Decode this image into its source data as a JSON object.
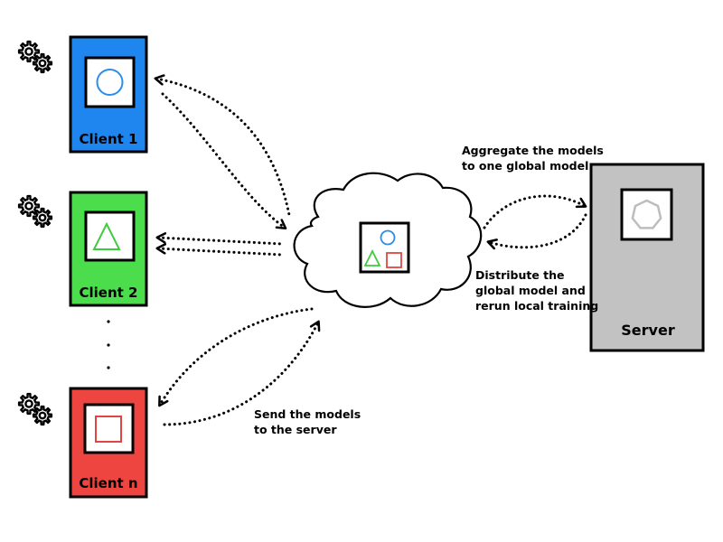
{
  "colors": {
    "client1": "#1f86f0",
    "client2": "#4bdd4b",
    "clientn": "#ef4540",
    "server": "#c2c2c2",
    "shape_circle": "#2a8ee8",
    "shape_triangle": "#3fcb3f",
    "shape_square": "#e2453f",
    "shape_heptagon": "#bdbdbd",
    "stroke": "#000000"
  },
  "clients": [
    {
      "label": "Client 1",
      "color_key": "client1",
      "shape": "circle",
      "icon": "gears-icon"
    },
    {
      "label": "Client 2",
      "color_key": "client2",
      "shape": "triangle",
      "icon": "gears-icon"
    },
    {
      "label": "Client n",
      "color_key": "clientn",
      "shape": "square",
      "icon": "gears-icon"
    }
  ],
  "ellipsis": "·\n·\n·",
  "server": {
    "label": "Server",
    "shape": "heptagon"
  },
  "cloud": {
    "icon": "cloud-icon",
    "contents": [
      "circle",
      "triangle",
      "square"
    ]
  },
  "annotations": {
    "aggregate": [
      "Aggregate the models",
      "to one global model"
    ],
    "distribute": [
      "Distribute the",
      "global model and",
      "rerun local training"
    ],
    "send": [
      "Send the models",
      "to the server"
    ]
  }
}
